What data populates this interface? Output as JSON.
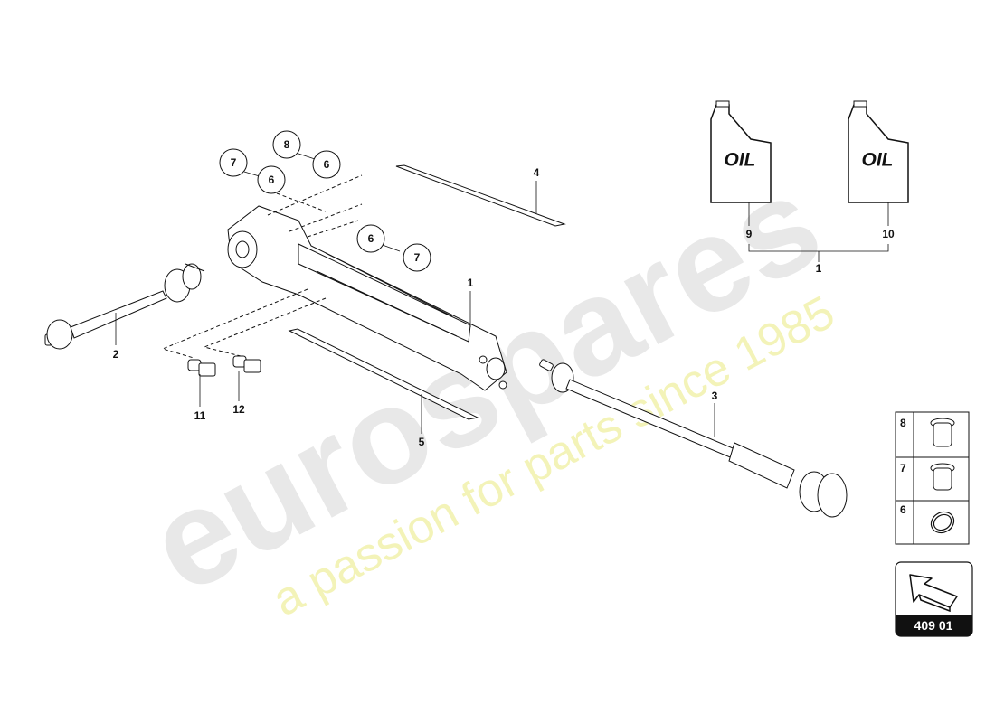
{
  "watermark": {
    "brand": "eurospares",
    "tagline": "a passion for parts since 1985"
  },
  "callouts": {
    "c1": "1",
    "c1b": "1",
    "c2": "2",
    "c3": "3",
    "c4": "4",
    "c5": "5",
    "c6a": "6",
    "c6b": "6",
    "c6c": "6",
    "c7a": "7",
    "c7b": "7",
    "c8": "8",
    "c9": "9",
    "c10": "10",
    "c11": "11",
    "c12": "12"
  },
  "oil_cans": {
    "left_label": "OIL",
    "right_label": "OIL"
  },
  "legend": {
    "rows": [
      {
        "num": "8",
        "part": "plug"
      },
      {
        "num": "7",
        "part": "plug"
      },
      {
        "num": "6",
        "part": "seal-ring"
      }
    ]
  },
  "reference": {
    "code": "409 01"
  },
  "colors": {
    "line": "#111111",
    "watermark": "#e4e4e4",
    "tagline": "#f2f2b0",
    "ref_bg": "#111111"
  }
}
